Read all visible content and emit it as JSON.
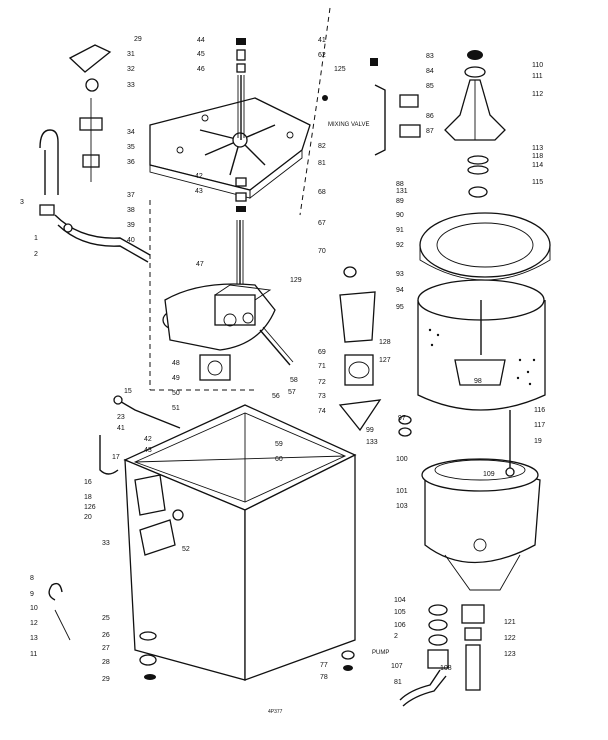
{
  "callouts": [
    {
      "id": "c-29a",
      "label": "29"
    },
    {
      "id": "c-31",
      "label": "31"
    },
    {
      "id": "c-32",
      "label": "32"
    },
    {
      "id": "c-33",
      "label": "33"
    },
    {
      "id": "c-34",
      "label": "34"
    },
    {
      "id": "c-35",
      "label": "35"
    },
    {
      "id": "c-36",
      "label": "36"
    },
    {
      "id": "c-3",
      "label": "3"
    },
    {
      "id": "c-1",
      "label": "1"
    },
    {
      "id": "c-2",
      "label": "2"
    },
    {
      "id": "c-39",
      "label": "39"
    },
    {
      "id": "c-40",
      "label": "40"
    },
    {
      "id": "c-37",
      "label": "37"
    },
    {
      "id": "c-38",
      "label": "38"
    },
    {
      "id": "c-44",
      "label": "44"
    },
    {
      "id": "c-45",
      "label": "45"
    },
    {
      "id": "c-46",
      "label": "46"
    },
    {
      "id": "c-42",
      "label": "42"
    },
    {
      "id": "c-43",
      "label": "43"
    },
    {
      "id": "c-41",
      "label": "41"
    },
    {
      "id": "c-62",
      "label": "62"
    },
    {
      "id": "c-125",
      "label": "125"
    },
    {
      "id": "c-83",
      "label": "83"
    },
    {
      "id": "c-84",
      "label": "84"
    },
    {
      "id": "c-85",
      "label": "85"
    },
    {
      "id": "c-86",
      "label": "86"
    },
    {
      "id": "c-87",
      "label": "87"
    },
    {
      "id": "c-82",
      "label": "82"
    },
    {
      "id": "c-81",
      "label": "81"
    },
    {
      "id": "c-110",
      "label": "110"
    },
    {
      "id": "c-111",
      "label": "111"
    },
    {
      "id": "c-112",
      "label": "112"
    },
    {
      "id": "c-113",
      "label": "113"
    },
    {
      "id": "c-118",
      "label": "118"
    },
    {
      "id": "c-114",
      "label": "114"
    },
    {
      "id": "c-115",
      "label": "115"
    },
    {
      "id": "c-131",
      "label": "131"
    },
    {
      "id": "c-88",
      "label": "88"
    },
    {
      "id": "c-89",
      "label": "89"
    },
    {
      "id": "c-90",
      "label": "90"
    },
    {
      "id": "c-91",
      "label": "91"
    },
    {
      "id": "c-92",
      "label": "92"
    },
    {
      "id": "c-93",
      "label": "93"
    },
    {
      "id": "c-94",
      "label": "94"
    },
    {
      "id": "c-95",
      "label": "95"
    },
    {
      "id": "c-47",
      "label": "47"
    },
    {
      "id": "c-129",
      "label": "129"
    },
    {
      "id": "c-68",
      "label": "68"
    },
    {
      "id": "c-67",
      "label": "67"
    },
    {
      "id": "c-70",
      "label": "70"
    },
    {
      "id": "c-69",
      "label": "69"
    },
    {
      "id": "c-71",
      "label": "71"
    },
    {
      "id": "c-72",
      "label": "72"
    },
    {
      "id": "c-73",
      "label": "73"
    },
    {
      "id": "c-74",
      "label": "74"
    },
    {
      "id": "c-128",
      "label": "128"
    },
    {
      "id": "c-127",
      "label": "127"
    },
    {
      "id": "c-98",
      "label": "98"
    },
    {
      "id": "c-97",
      "label": "97"
    },
    {
      "id": "c-99",
      "label": "99"
    },
    {
      "id": "c-133",
      "label": "133"
    },
    {
      "id": "c-100",
      "label": "100"
    },
    {
      "id": "c-116",
      "label": "116"
    },
    {
      "id": "c-117",
      "label": "117"
    },
    {
      "id": "c-19",
      "label": "19"
    },
    {
      "id": "c-109",
      "label": "109"
    },
    {
      "id": "c-101",
      "label": "101"
    },
    {
      "id": "c-103",
      "label": "103"
    },
    {
      "id": "c-48",
      "label": "48"
    },
    {
      "id": "c-49",
      "label": "49"
    },
    {
      "id": "c-50",
      "label": "50"
    },
    {
      "id": "c-51",
      "label": "51"
    },
    {
      "id": "c-56",
      "label": "56"
    },
    {
      "id": "c-57",
      "label": "57"
    },
    {
      "id": "c-58",
      "label": "58"
    },
    {
      "id": "c-59",
      "label": "59"
    },
    {
      "id": "c-60",
      "label": "60"
    },
    {
      "id": "c-15",
      "label": "15"
    },
    {
      "id": "c-23",
      "label": "23"
    },
    {
      "id": "c-41b",
      "label": "41"
    },
    {
      "id": "c-42b",
      "label": "42"
    },
    {
      "id": "c-43b",
      "label": "43"
    },
    {
      "id": "c-17",
      "label": "17"
    },
    {
      "id": "c-16",
      "label": "16"
    },
    {
      "id": "c-18",
      "label": "18"
    },
    {
      "id": "c-126",
      "label": "126"
    },
    {
      "id": "c-20",
      "label": "20"
    },
    {
      "id": "c-52",
      "label": "52"
    },
    {
      "id": "c-33b",
      "label": "33"
    },
    {
      "id": "c-8",
      "label": "8"
    },
    {
      "id": "c-9",
      "label": "9"
    },
    {
      "id": "c-10",
      "label": "10"
    },
    {
      "id": "c-12",
      "label": "12"
    },
    {
      "id": "c-13",
      "label": "13"
    },
    {
      "id": "c-11",
      "label": "11"
    },
    {
      "id": "c-25",
      "label": "25"
    },
    {
      "id": "c-26",
      "label": "26"
    },
    {
      "id": "c-27",
      "label": "27"
    },
    {
      "id": "c-28",
      "label": "28"
    },
    {
      "id": "c-29",
      "label": "29"
    },
    {
      "id": "c-104",
      "label": "104"
    },
    {
      "id": "c-105",
      "label": "105"
    },
    {
      "id": "c-106",
      "label": "106"
    },
    {
      "id": "c-2b",
      "label": "2"
    },
    {
      "id": "c-107",
      "label": "107"
    },
    {
      "id": "c-108",
      "label": "108"
    },
    {
      "id": "c-81b",
      "label": "81"
    },
    {
      "id": "c-121",
      "label": "121"
    },
    {
      "id": "c-122",
      "label": "122"
    },
    {
      "id": "c-123",
      "label": "123"
    },
    {
      "id": "c-77",
      "label": "77"
    },
    {
      "id": "c-78",
      "label": "78"
    }
  ],
  "annotations": {
    "mixing_valve": "MIXING VALVE",
    "pump": "PUMP",
    "plate_code": "4P377"
  }
}
